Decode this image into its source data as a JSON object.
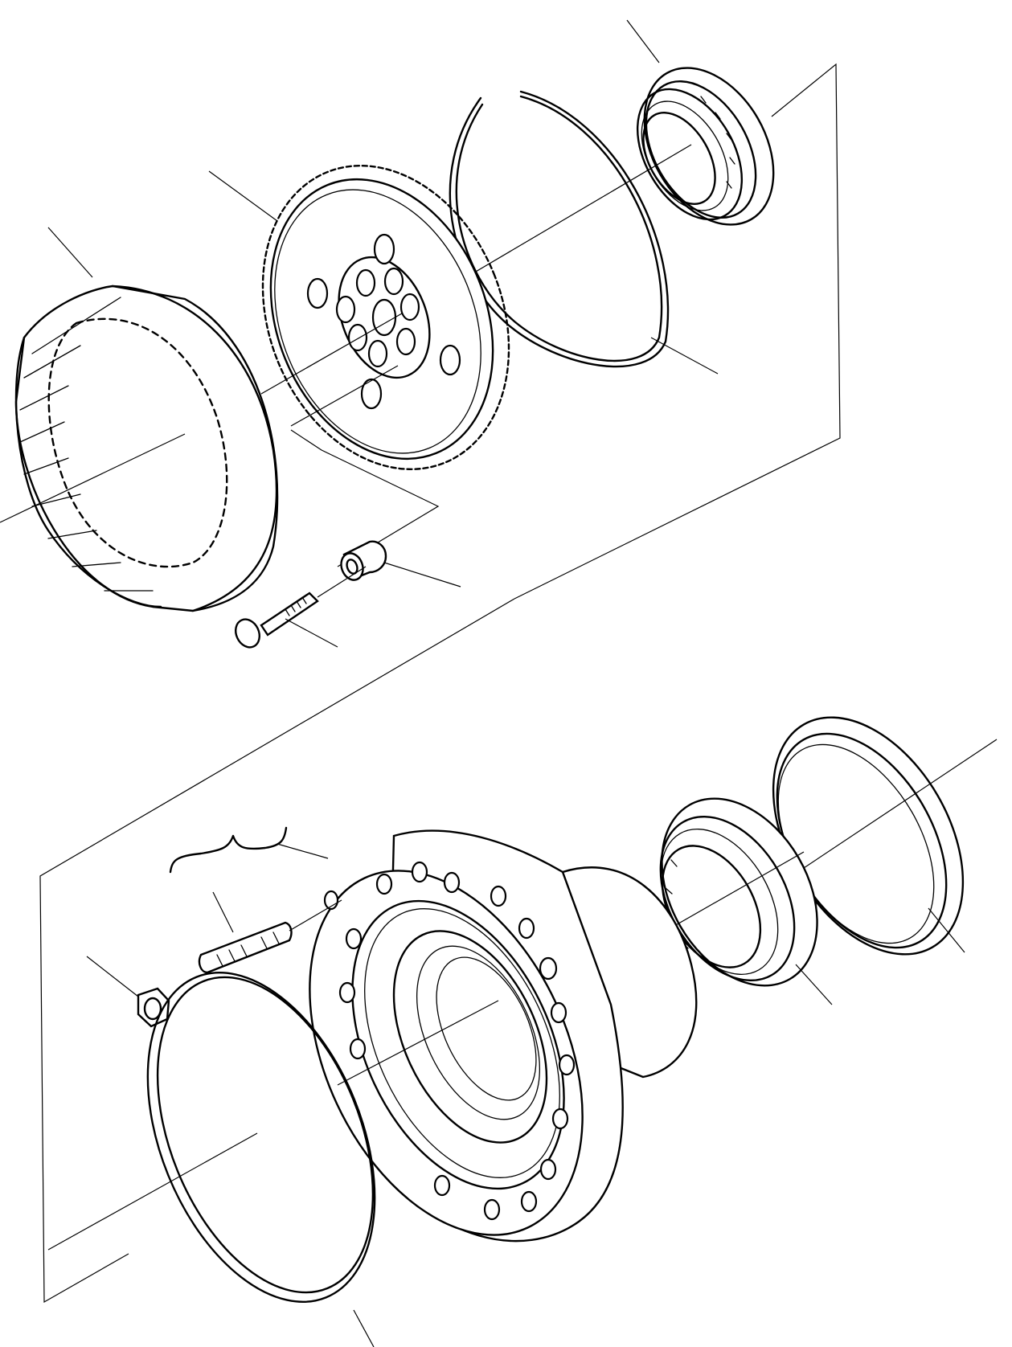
{
  "figure": {
    "type": "exploded-parts-diagram",
    "labels": [],
    "stroke_color": "#000000",
    "background_color": "#ffffff"
  },
  "parts": [
    {
      "id": "bearing-outer-top",
      "name": "tapered-roller-bearing"
    },
    {
      "id": "snap-ring",
      "name": "snap-ring"
    },
    {
      "id": "planet-carrier-plate",
      "name": "toothed-carrier-plate"
    },
    {
      "id": "ring-gear",
      "name": "internal-ring-gear"
    },
    {
      "id": "capscrew",
      "name": "capscrew"
    },
    {
      "id": "bushing",
      "name": "bushing"
    },
    {
      "id": "wheel-hub",
      "name": "wheel-hub"
    },
    {
      "id": "wheel-stud",
      "name": "wheel-stud"
    },
    {
      "id": "wheel-nut",
      "name": "wheel-nut"
    },
    {
      "id": "o-ring",
      "name": "o-ring"
    },
    {
      "id": "bearing-inner",
      "name": "tapered-roller-bearing"
    },
    {
      "id": "oil-seal",
      "name": "oil-seal"
    }
  ]
}
